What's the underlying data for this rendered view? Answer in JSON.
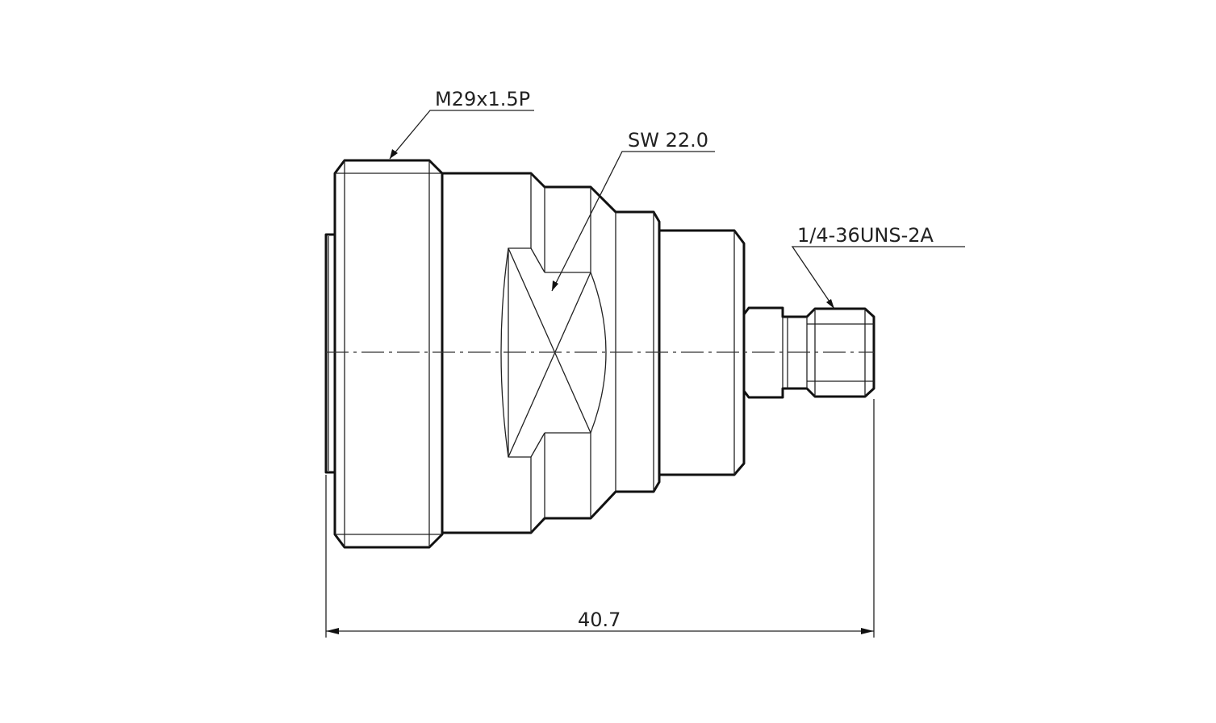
{
  "callouts": {
    "outer_thread": "M29x1.5P",
    "wrench_flat": "SW 22.0",
    "inner_thread": "1/4-36UNS-2A"
  },
  "dimensions": {
    "overall_length": "40.7"
  },
  "colors": {
    "line": "#111111",
    "background": "#ffffff"
  }
}
